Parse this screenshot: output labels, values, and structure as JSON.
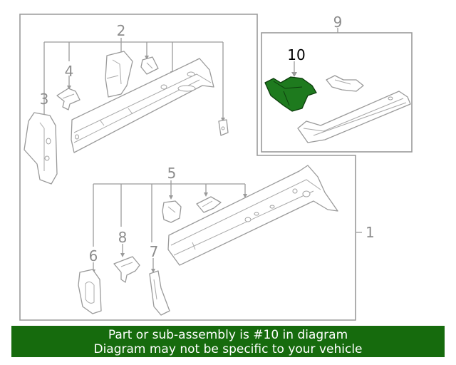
{
  "callouts": {
    "c1": "1",
    "c2": "2",
    "c3": "3",
    "c4": "4",
    "c5": "5",
    "c6": "6",
    "c7": "7",
    "c8": "8",
    "c9": "9",
    "c10": "10"
  },
  "highlighted_part": "10",
  "colors": {
    "highlight": "#1e7a1e",
    "banner": "#166b0d",
    "line": "#9a9a9a"
  },
  "banner": {
    "line1": "Part or sub-assembly is #10 in diagram",
    "line2": "Diagram may not be specific to your vehicle"
  }
}
